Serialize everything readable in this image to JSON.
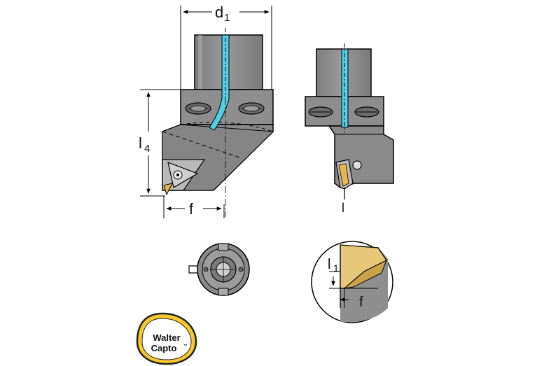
{
  "dimensions": {
    "d1": "d",
    "d1_sub": "1",
    "l4": "l",
    "l4_sub": "4",
    "f_main": "f",
    "l_side": "l",
    "l1": "l",
    "l1_sub": "1",
    "f_detail": "f"
  },
  "logo": {
    "line1": "Walter",
    "line2": "Capto",
    "trademark": "™"
  },
  "colors": {
    "body_gray": "#8c8c8c",
    "body_dark": "#6f6f6f",
    "body_light": "#a8a8a8",
    "coolant": "#4fd0e4",
    "insert_gold": "#e8b64a",
    "logo_yellow": "#f7c92c",
    "line": "#000000"
  }
}
